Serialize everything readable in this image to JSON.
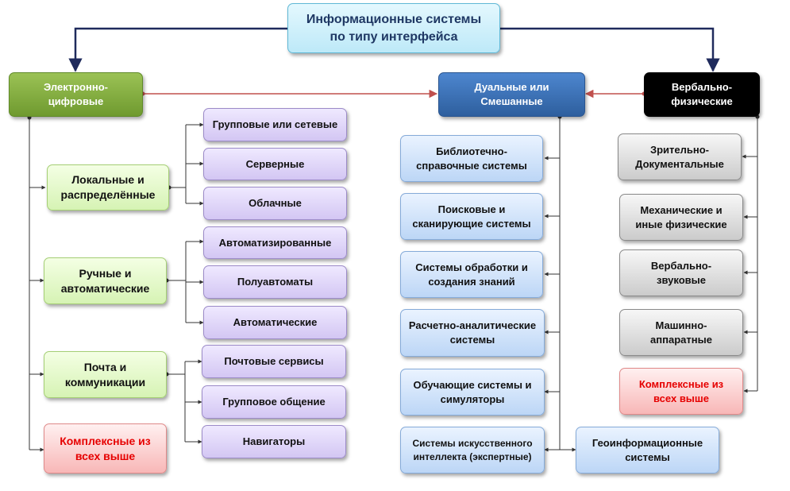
{
  "root": {
    "label": "Информационные системы\nпо типу интерфейса"
  },
  "categories": {
    "electronic": {
      "label": "Электронно-\nцифровые"
    },
    "dual": {
      "label": "Дуальные или\nСмешанные"
    },
    "verbal": {
      "label": "Вербально-\nфизические"
    }
  },
  "electronic_groups": [
    {
      "label": "Локальные и\nраспределённые",
      "children": [
        "Групповые или сетевые",
        "Серверные",
        "Облачные"
      ]
    },
    {
      "label": "Ручные и\nавтоматические",
      "children": [
        "Автоматизированные",
        "Полуавтоматы",
        "Автоматические"
      ]
    },
    {
      "label": "Почта и\nкоммуникации",
      "children": [
        "Почтовые сервисы",
        "Групповое общение",
        "Навигаторы"
      ]
    },
    {
      "label": "Комплексные из\nвсех выше"
    }
  ],
  "dual_items": [
    "Библиотечно-\nсправочные системы",
    "Поисковые и\nсканирующие системы",
    "Системы обработки и\nсоздания знаний",
    "Расчетно-аналитические\nсистемы",
    "Обучающие системы и\nсимуляторы",
    "Системы искусственного\nинтеллекта (экспертные)"
  ],
  "dual_extra": "Геоинформационные\nсистемы",
  "verbal_items": [
    "Зрительно-\nДокументальные",
    "Механические и\nиные физические",
    "Вербально-\nзвуковые",
    "Машинно-\nаппаратные",
    "Комплексные из\nвсех выше"
  ],
  "colors": {
    "navy_connector": "#1f2a5c",
    "red_connector": "#c0504d",
    "dark_connector": "#333333"
  }
}
